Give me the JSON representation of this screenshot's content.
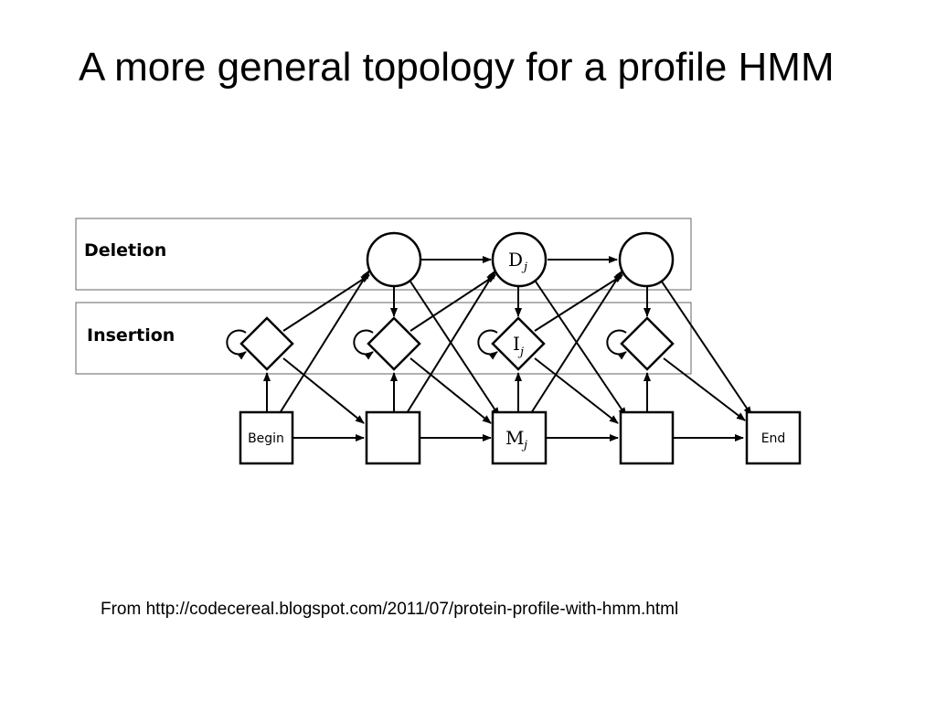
{
  "title": "A more general topology for a profile HMM",
  "caption": "From http://codecereal.blogspot.com/2011/07/protein-profile-with-hmm.html",
  "diagram": {
    "band_labels": {
      "deletion": "Deletion",
      "insertion": "Insertion"
    },
    "nodes": {
      "begin": "Begin",
      "end": "End",
      "delete_main": "D",
      "insert_main": "I",
      "match_main": "M",
      "subscript": "j"
    }
  }
}
